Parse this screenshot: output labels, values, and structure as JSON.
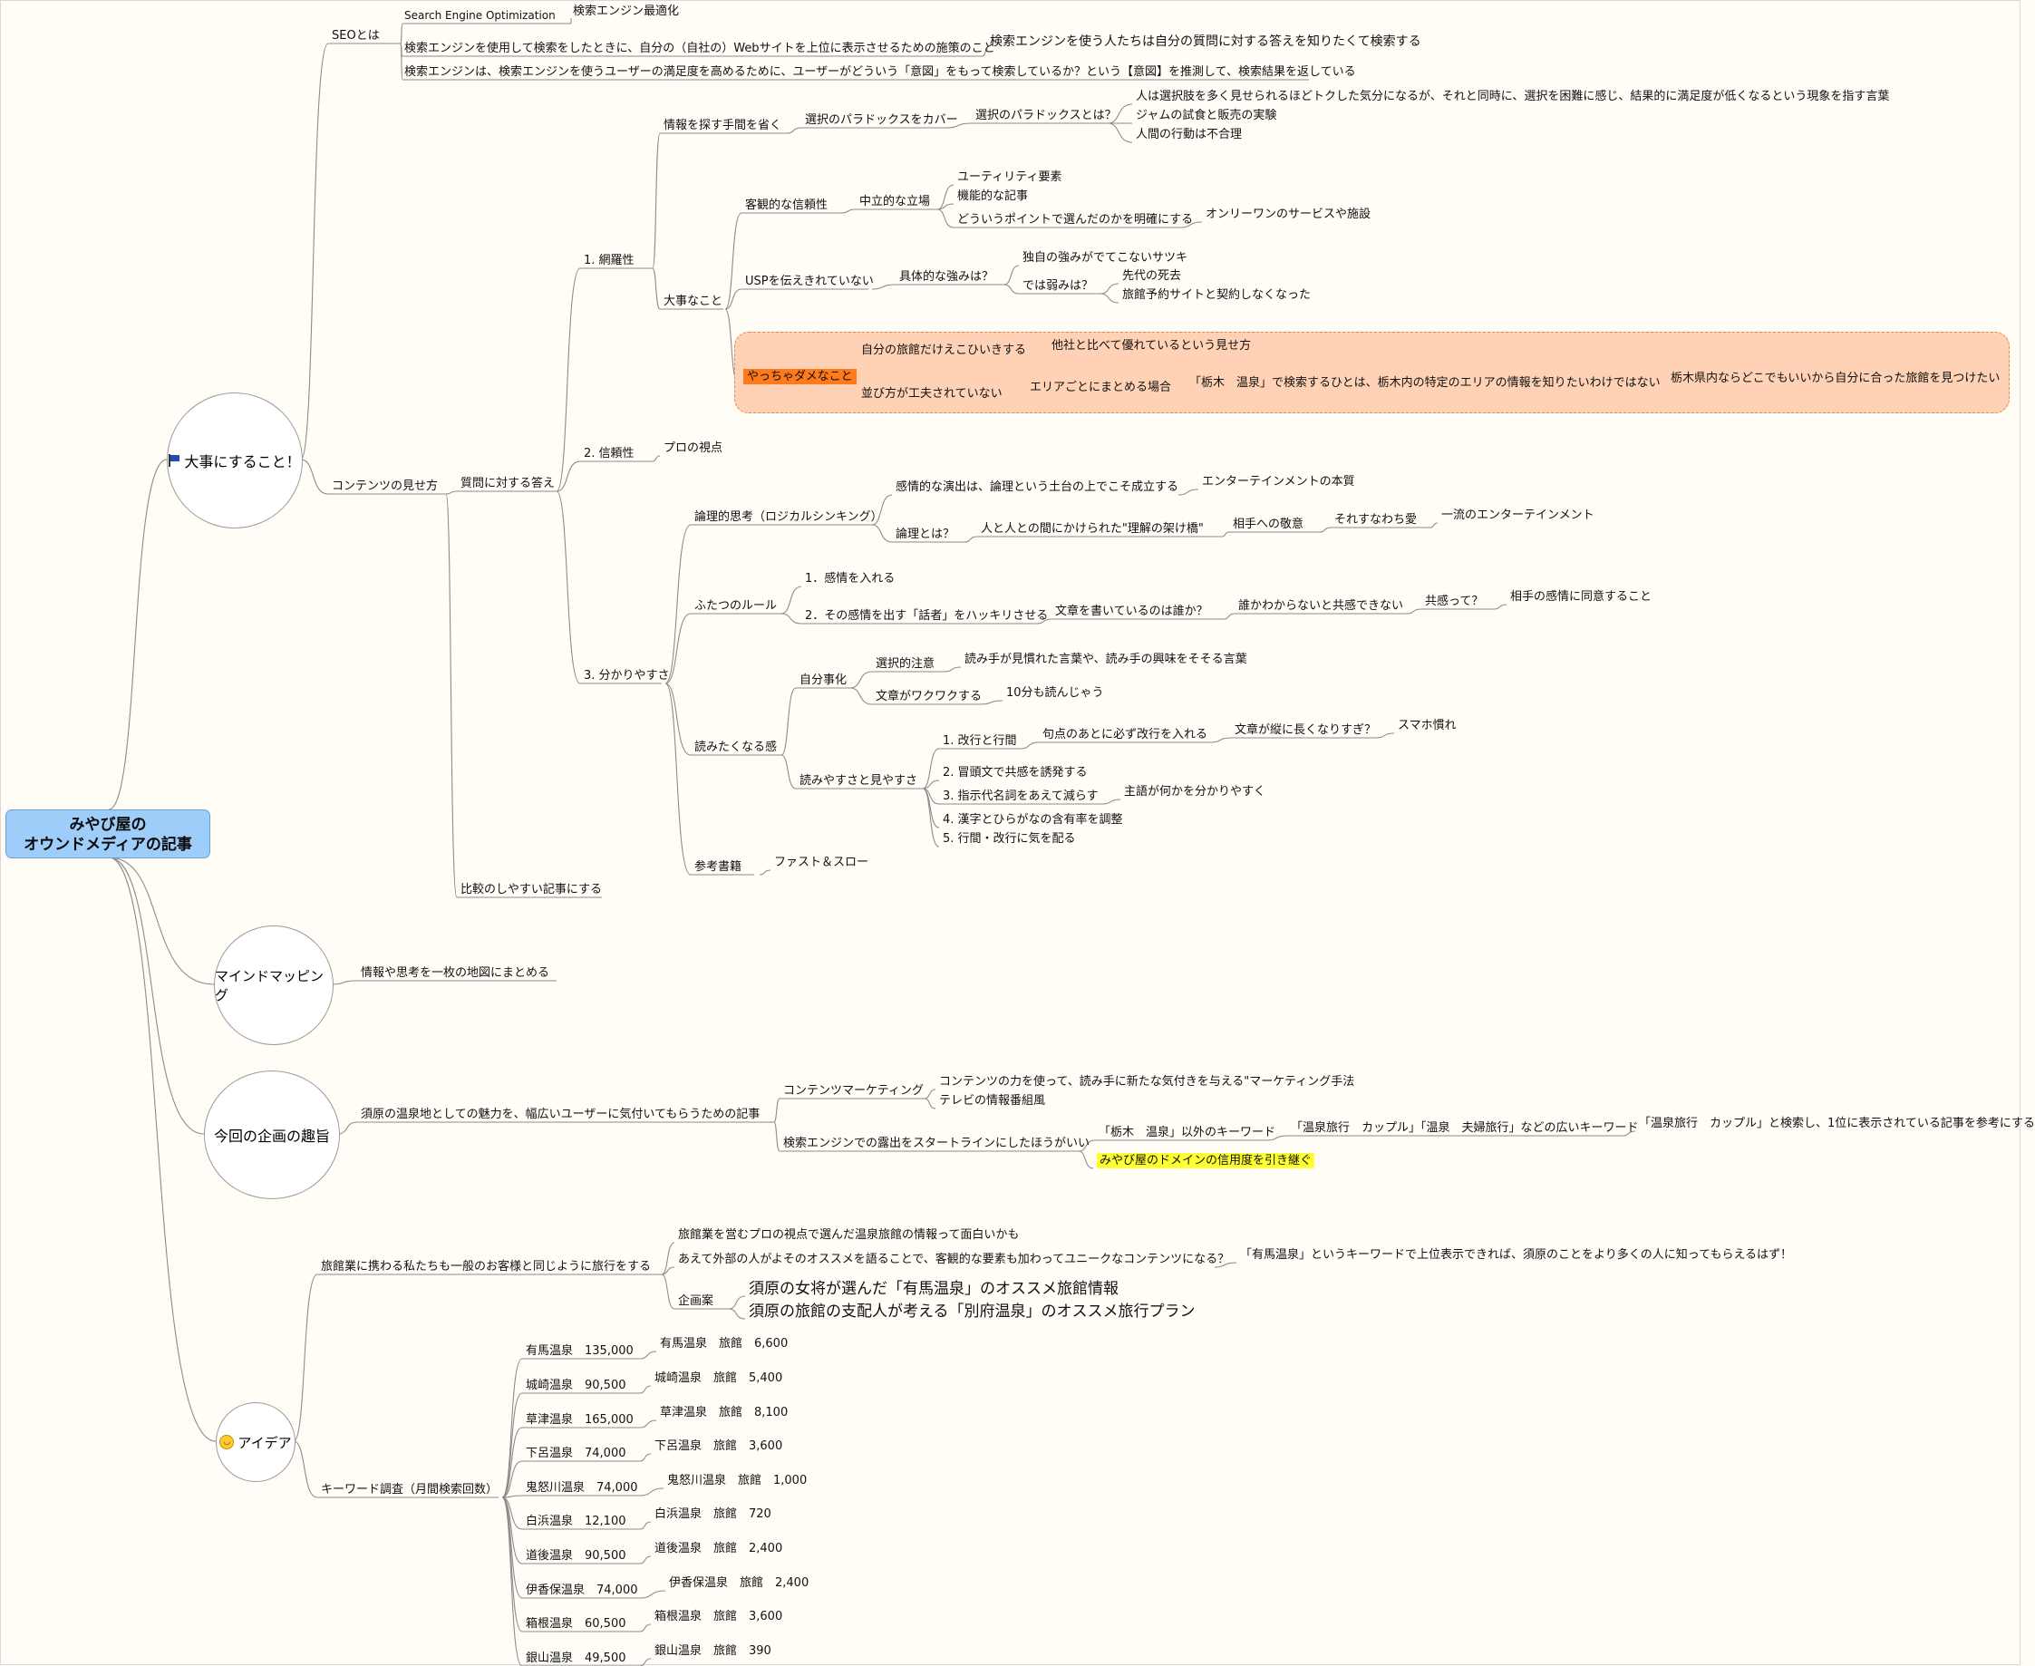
{
  "root": {
    "line1": "みやび屋の",
    "line2": "オウンドメディアの記事"
  },
  "topics": {
    "t1": "大事にすること！",
    "t1_icon": "flag-icon",
    "t2": "マインドマッピング",
    "t3": "今回の企画の趣旨",
    "t4": "アイデア",
    "t4_icon": "smile-icon"
  },
  "seo": {
    "label": "SEOとは",
    "a": "Search Engine Optimization",
    "a1": "検索エンジン最適化",
    "b": "検索エンジンを使用して検索をしたときに、自分の（自社の）Webサイトを上位に表示させるための施策のこと",
    "b1": "検索エンジンを使う人たちは自分の質問に対する答えを知りたくて検索する",
    "c": "検索エンジンは、検索エンジンを使うユーザーの満足度を高めるために、ユーザーがどういう「意図」をもって検索しているか？という【意図】を推測して、検索結果を返している"
  },
  "content": {
    "label": "コンテンツの見せ方",
    "answer": "質問に対する答え",
    "compare": "比較のしやすい記事にする",
    "p1": "1. 網羅性",
    "p2": "2. 信頼性",
    "p3": "3. 分かりやすさ",
    "info": "情報を探す手間を省く",
    "paradox_cover": "選択のパラドックスをカバー",
    "paradox_q": "選択のパラドックスとは？",
    "paradox_1": "人は選択肢を多く見せられるほどトクした気分になるが、それと同時に、選択を困難に感じ、結果的に満足度が低くなるという現象を指す言葉",
    "paradox_2": "ジャムの試食と販売の実験",
    "paradox_3": "人間の行動は不合理",
    "important": "大事なこと",
    "objective": "客観的な信頼性",
    "neutral": "中立的な立場",
    "utility": "ユーティリティ要素",
    "functional": "機能的な記事",
    "which_point": "どういうポイントで選んだのかを明確にする",
    "only_one": "オンリーワンのサービスや施設",
    "usp": "USPを伝えきれていない",
    "strength_q": "具体的な強みは？",
    "strength_a": "独自の強みがでてこないサツキ",
    "weak_q": "では弱みは？",
    "weak_1": "先代の死去",
    "weak_2": "旅館予約サイトと契約しなくなった",
    "ng": "やっちゃダメなこと",
    "ng_a": "自分の旅館だけえこひいきする",
    "ng_a1": "他社と比べて優れているという見せ方",
    "ng_b": "並び方が工夫されていない",
    "ng_b1": "エリアごとにまとめる場合",
    "ng_b2": "「栃木　温泉」で検索するひとは、栃木内の特定のエリアの情報を知りたいわけではない",
    "ng_b3": "栃木県内ならどこでもいいから自分に合った旅館を見つけたい",
    "pro": "プロの視点",
    "logic": "論理的思考（ロジカルシンキング）",
    "emotion_stage": "感情的な演出は、論理という土台の上でこそ成立する",
    "ent_essence": "エンターテインメントの本質",
    "logic_q": "論理とは？",
    "bridge": "人と人との間にかけられた\"理解の架け橋\"",
    "respect": "相手への敬意",
    "love": "それすなわち愛",
    "first_ent": "一流のエンターテインメント",
    "two_rules": "ふたつのルール",
    "rule1": "1．感情を入れる",
    "rule2": "2．その感情を出す「話者」をハッキリさせる",
    "who_writes": "文章を書いているのは誰か？",
    "no_empathy": "誰かわからないと共感できない",
    "empathy_q": "共感って？",
    "empathy_a": "相手の感情に同意すること",
    "want_read": "読みたくなる感",
    "self": "自分事化",
    "selective": "選択的注意",
    "selective_a": "読み手が見慣れた言葉や、読み手の興味をそそる言葉",
    "wakuwaku": "文章がワクワクする",
    "ten_min": "10分も読んじゃう",
    "readable": "読みやすさと見やすさ",
    "r1": "1. 改行と行間",
    "r1a": "句点のあとに必ず改行を入れる",
    "r1b": "文章が縦に長くなりすぎ？",
    "r1c": "スマホ慣れ",
    "r2": "2. 冒頭文で共感を誘発する",
    "r3": "3. 指示代名詞をあえて減らす",
    "r3a": "主語が何かを分かりやすく",
    "r4": "4. 漢字とひらがなの含有率を調整",
    "r5": "5. 行間・改行に気を配る",
    "reference": "参考書籍",
    "fast_slow": "ファスト＆スロー"
  },
  "mindmap": {
    "a": "情報や思考を一枚の地図にまとめる"
  },
  "purpose": {
    "a": "須原の温泉地としての魅力を、幅広いユーザーに気付いてもらうための記事",
    "cm": "コンテンツマーケティング",
    "cm1": "コンテンツの力を使って、読み手に新たな気付きを与える\"マーケティング手法",
    "cm2": "テレビの情報番組風",
    "se": "検索エンジンでの露出をスタートラインにしたほうがいい",
    "se1": "「栃木　温泉」以外のキーワード",
    "se1a": "「温泉旅行　カップル」「温泉　夫婦旅行」などの広いキーワード",
    "se1b": "「温泉旅行　カップル」と検索し、1位に表示されている記事を参考にする",
    "se2": "みやび屋のドメインの信用度を引き継ぐ"
  },
  "idea": {
    "travel": "旅館業に携わる私たちも一般のお客様と同じように旅行をする",
    "t1": "旅館業を営むプロの視点で選んだ温泉旅館の情報って面白いかも",
    "t2": "あえて外部の人がよそのオススメを語ることで、客観的な要素も加わってユニークなコンテンツになる？",
    "t2a": "「有馬温泉」というキーワードで上位表示できれば、須原のことをより多くの人に知ってもらえるはず！",
    "plan": "企画案",
    "plan1": "須原の女将が選んだ「有馬温泉」のオススメ旅館情報",
    "plan2": "須原の旅館の支配人が考える「別府温泉」のオススメ旅行プラン",
    "kw": "キーワード調査（月間検索回数）",
    "kws": [
      {
        "a": "有馬温泉　135,000",
        "b": "有馬温泉　旅館　6,600"
      },
      {
        "a": "城崎温泉　90,500",
        "b": "城崎温泉　旅館　5,400"
      },
      {
        "a": "草津温泉　165,000",
        "b": "草津温泉　旅館　8,100"
      },
      {
        "a": "下呂温泉　74,000",
        "b": "下呂温泉　旅館　3,600"
      },
      {
        "a": "鬼怒川温泉　74,000",
        "b": "鬼怒川温泉　旅館　1,000"
      },
      {
        "a": "白浜温泉　12,100",
        "b": "白浜温泉　旅館　720"
      },
      {
        "a": "道後温泉　90,500",
        "b": "道後温泉　旅館　2,400"
      },
      {
        "a": "伊香保温泉　74,000",
        "b": "伊香保温泉　旅館　2,400"
      },
      {
        "a": "箱根温泉　60,500",
        "b": "箱根温泉　旅館　3,600"
      },
      {
        "a": "銀山温泉　49,500",
        "b": "銀山温泉　旅館　390"
      }
    ]
  }
}
